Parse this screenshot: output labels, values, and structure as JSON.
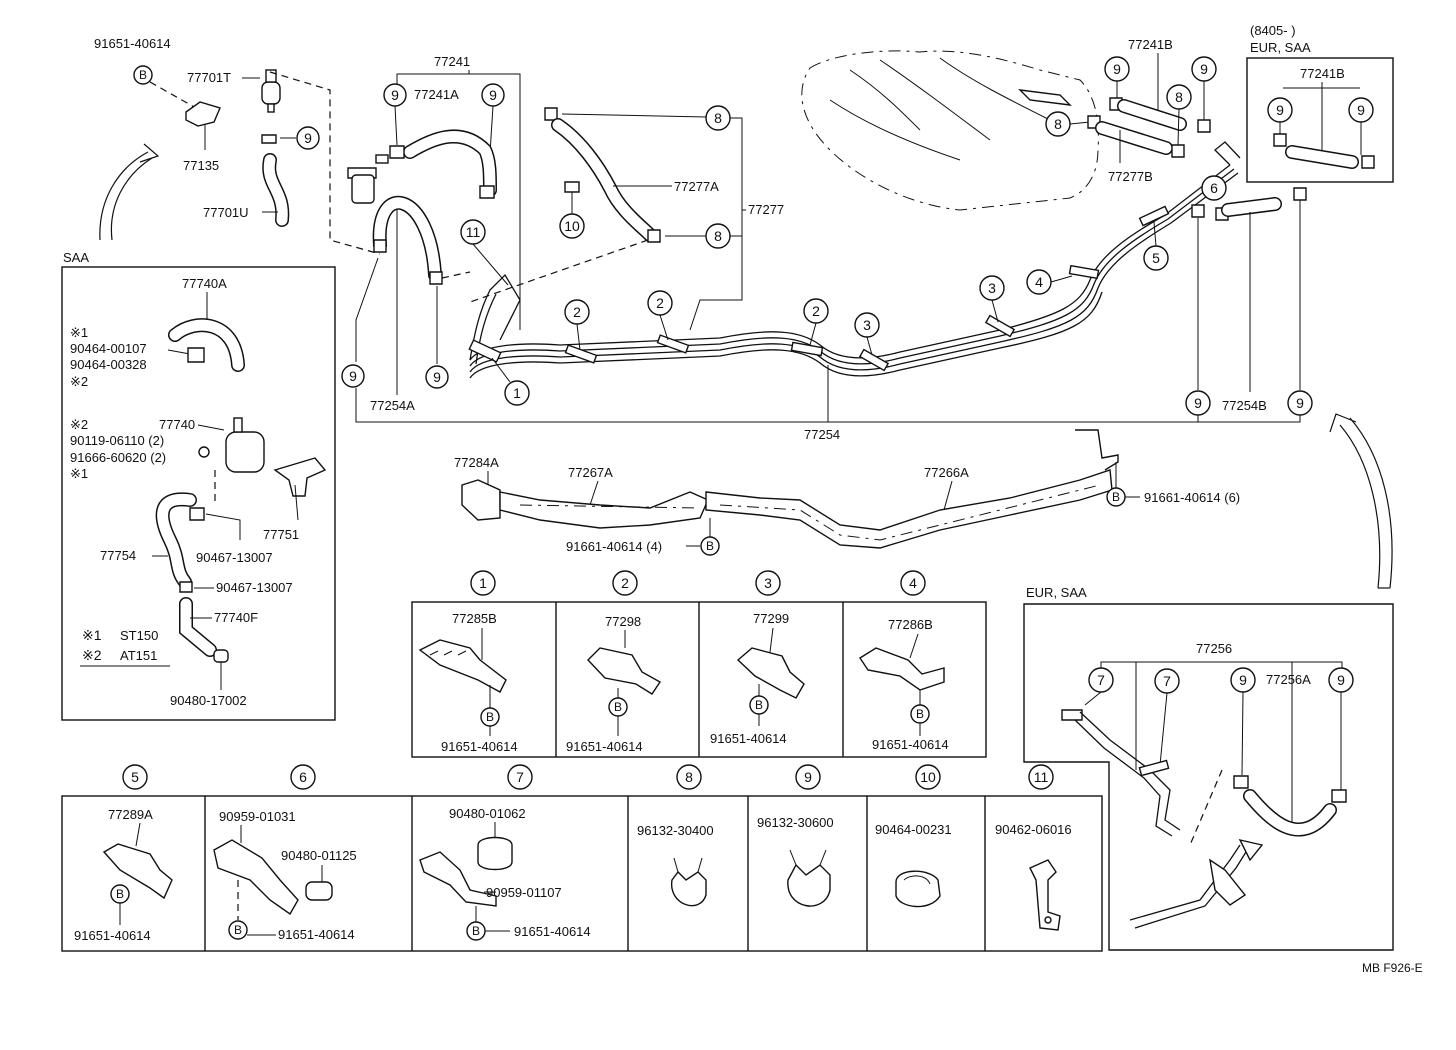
{
  "diagram_id": "MB F926-E",
  "top_left": {
    "clip_part": "91651-40614",
    "vsv_part": "77701T",
    "clip_9_label": "9",
    "bracket_part": "77135",
    "hose_part": "77701U"
  },
  "saa_box": {
    "title": "SAA",
    "hose_part": "77740A",
    "note1_mark": "※1",
    "clip_a": "90464-00107",
    "clip_b": "90464-00328",
    "note2_mark": "※2",
    "valve_mark": "※2",
    "valve_part": "77740",
    "bolt_part": "90119-06110 (2)",
    "nut_part": "91666-60620 (2)",
    "valve_note": "※1",
    "bracket_part": "77751",
    "hose_part2": "77754",
    "clip_c": "90467-13007",
    "clip_d": "90467-13007",
    "hose_part3": "77740F",
    "legend1_mark": "※1",
    "legend1_value": "ST150",
    "legend2_mark": "※2",
    "legend2_value": "AT151",
    "plug_part": "90480-17002"
  },
  "hoses": {
    "main": "77241",
    "sub_a": "77241A",
    "sub_b": "77241B",
    "tube_group": "77277",
    "tube_a": "77277A",
    "tube_b": "77277B"
  },
  "pipes": {
    "main": "77254",
    "sub_a": "77254A",
    "sub_b": "77254B"
  },
  "brackets_row": {
    "bracket_a": "77284A",
    "bracket_b": "77267A",
    "bracket_c": "77266A",
    "bolt_left": "91661-40614 (4)",
    "bolt_right": "91661-40614 (6)"
  },
  "eur_saa_top": {
    "date": "(8405-          )",
    "region": "EUR, SAA",
    "hose": "77241B"
  },
  "eur_saa_bottom": {
    "region": "EUR, SAA",
    "pipe": "77256",
    "pipe_a": "77256A"
  },
  "clamp_table_top": [
    {
      "num": "1",
      "part": "77285B",
      "bolt": "91651-40614"
    },
    {
      "num": "2",
      "part": "77298",
      "bolt": "91651-40614"
    },
    {
      "num": "3",
      "part": "77299",
      "bolt": "91651-40614"
    },
    {
      "num": "4",
      "part": "77286B",
      "bolt": "91651-40614"
    }
  ],
  "clamp_table_bottom": [
    {
      "num": "5",
      "part": "77289A",
      "part2": "",
      "bolt": "91651-40614"
    },
    {
      "num": "6",
      "part": "90959-01031",
      "part2": "90480-01125",
      "bolt": "91651-40614"
    },
    {
      "num": "7",
      "part": "90480-01062",
      "part2": "90959-01107",
      "bolt": "91651-40614"
    },
    {
      "num": "8",
      "part": "96132-30400",
      "part2": "",
      "bolt": ""
    },
    {
      "num": "9",
      "part": "96132-30600",
      "part2": "",
      "bolt": ""
    },
    {
      "num": "10",
      "part": "90464-00231",
      "part2": "",
      "bolt": ""
    },
    {
      "num": "11",
      "part": "90462-06016",
      "part2": "",
      "bolt": ""
    }
  ],
  "bolt_mark": "B",
  "callouts": {
    "c1": "1",
    "c2": "2",
    "c3": "3",
    "c4": "4",
    "c5": "5",
    "c6": "6",
    "c7": "7",
    "c8": "8",
    "c9": "9",
    "c10": "10",
    "c11": "11"
  }
}
